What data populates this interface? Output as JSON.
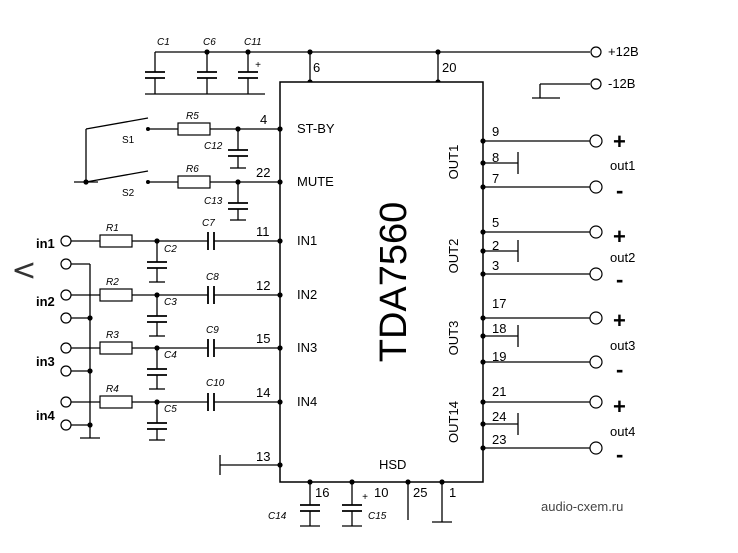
{
  "chip": {
    "name": "TDA7560"
  },
  "power": {
    "pos_label": "+12В",
    "neg_label": "-12В"
  },
  "watermark": "audio-cxem.ru",
  "nav": {
    "back_icon": "chevron-left-icon",
    "back_glyph": "<"
  },
  "control_pins": [
    {
      "number": "4",
      "name": "ST-BY"
    },
    {
      "number": "22",
      "name": "MUTE"
    }
  ],
  "input_pins": [
    {
      "number": "11",
      "name": "IN1"
    },
    {
      "number": "12",
      "name": "IN2"
    },
    {
      "number": "15",
      "name": "IN3"
    },
    {
      "number": "14",
      "name": "IN4"
    }
  ],
  "top_pins": [
    "6",
    "20"
  ],
  "bottom_pins": [
    "16",
    "10",
    "25",
    "1"
  ],
  "gnd_pin": "13",
  "hsd_label": "HSD",
  "switches": [
    "S1",
    "S2"
  ],
  "resistors": [
    "R5",
    "R6",
    "R1",
    "R2",
    "R3",
    "R4"
  ],
  "capacitors": [
    "C1",
    "C6",
    "C11",
    "C12",
    "C13",
    "C7",
    "C8",
    "C9",
    "C10",
    "C2",
    "C3",
    "C4",
    "C5",
    "C14",
    "C15"
  ],
  "cap_plus": "+",
  "inputs": [
    "in1",
    "in2",
    "in3",
    "in4"
  ],
  "output_groups": [
    {
      "group": "OUT1",
      "pins": [
        "9",
        "8",
        "7"
      ],
      "label": "out1",
      "plus": "+",
      "minus": "-"
    },
    {
      "group": "OUT2",
      "pins": [
        "5",
        "2",
        "3"
      ],
      "label": "out2",
      "plus": "+",
      "minus": "-"
    },
    {
      "group": "OUT3",
      "pins": [
        "17",
        "18",
        "19"
      ],
      "label": "out3",
      "plus": "+",
      "minus": "-"
    },
    {
      "group": "OUT14",
      "pins": [
        "21",
        "24",
        "23"
      ],
      "label": "out4",
      "plus": "+",
      "minus": "-"
    }
  ]
}
